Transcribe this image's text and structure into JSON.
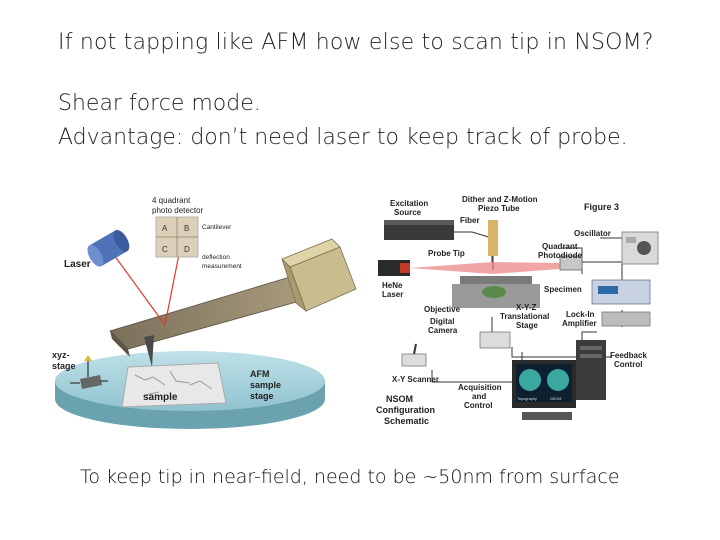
{
  "slide": {
    "question": "If not tapping like AFM how else to scan tip in NSOM?",
    "answer_line1": "Shear force mode.",
    "answer_line2": "Advantage: don’t need laser to keep track of probe.",
    "footer": "To keep tip in near-field, need to be ~50nm from surface"
  },
  "afm": {
    "detector_title_1": "4 quadrant",
    "detector_title_2": "photo detector",
    "quadrants": [
      "A",
      "B",
      "C",
      "D"
    ],
    "deflection_1": "Cantilever",
    "deflection_2": "deflection",
    "deflection_3": "measurement",
    "laser": "Laser",
    "cantilever": "AFM cantilever",
    "xyz_1": "xyz-",
    "xyz_2": "stage",
    "sample": "sample",
    "stage_1": "AFM",
    "stage_2": "sample",
    "stage_3": "stage"
  },
  "nsom": {
    "excitation_1": "Excitation",
    "excitation_2": "Source",
    "dither_1": "Dither and Z-Motion",
    "dither_2": "Piezo Tube",
    "fiber": "Fiber",
    "figure": "Figure 3",
    "oscillator": "Oscillator",
    "quadrant_1": "Quadrant",
    "quadrant_2": "Photodiode",
    "probe_tip": "Probe Tip",
    "hene_1": "HeNe",
    "hene_2": "Laser",
    "specimen": "Specimen",
    "objective": "Objective",
    "xyz_1": "X-Y-Z",
    "xyz_2": "Translational",
    "xyz_3": "Stage",
    "lockin_1": "Lock-In",
    "lockin_2": "Amplifier",
    "camera_1": "Digital",
    "camera_2": "Camera",
    "feedback_1": "Feedback",
    "feedback_2": "Control",
    "scanner": "X-Y Scanner",
    "acq_1": "Acquisition",
    "acq_2": "and",
    "acq_3": "Control",
    "config_1": "NSOM",
    "config_2": "Configuration",
    "config_3": "Schematic",
    "screen_1": "Topography",
    "screen_2": "NSOM"
  }
}
